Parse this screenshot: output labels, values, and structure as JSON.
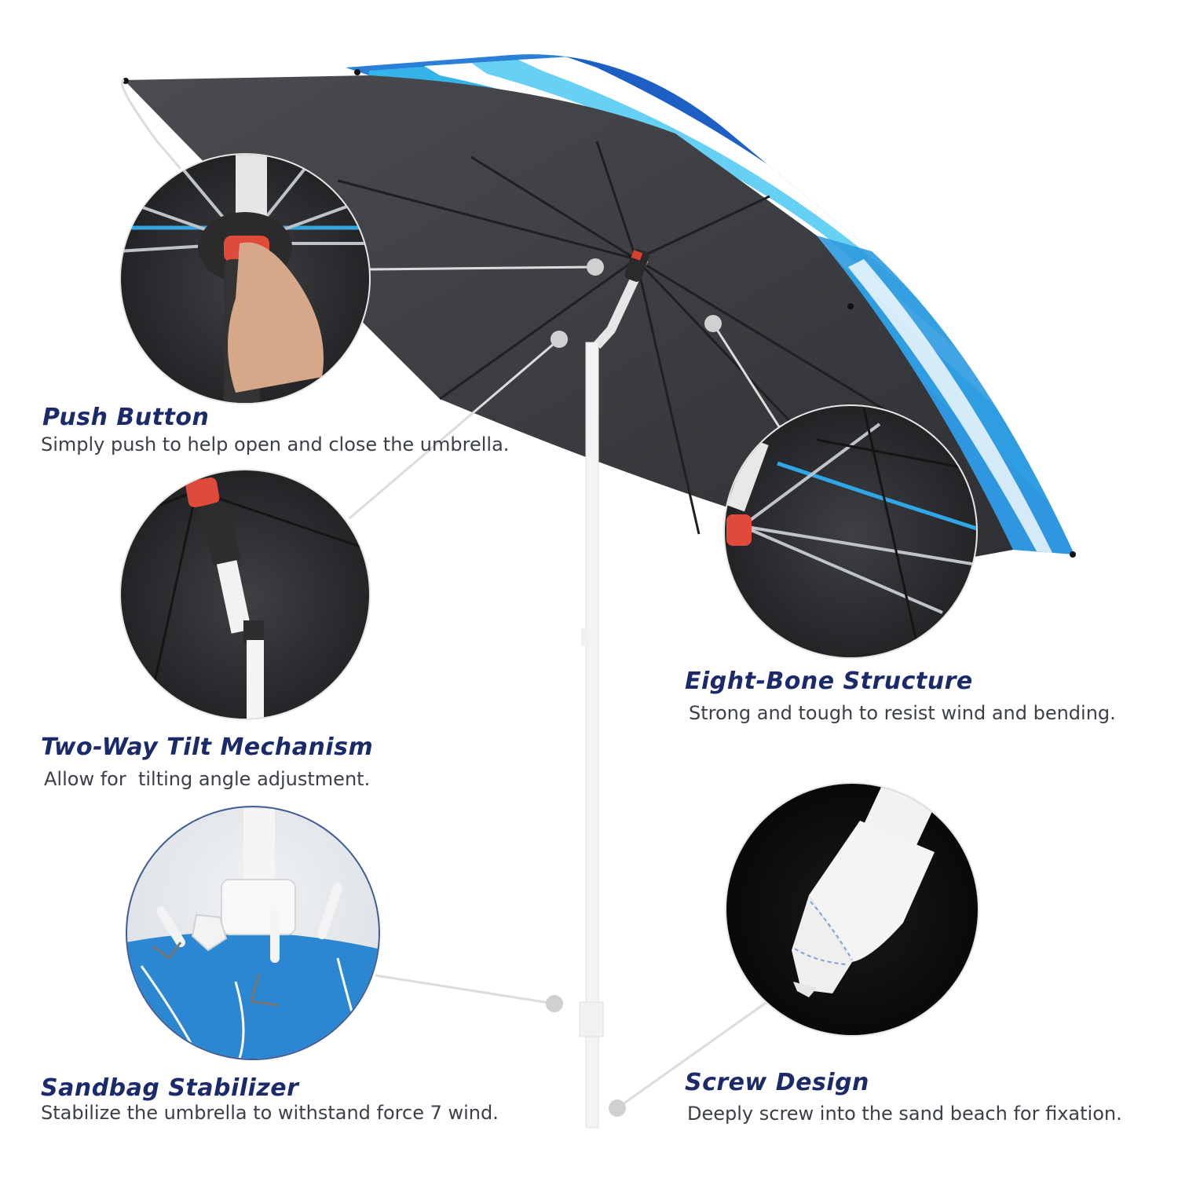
{
  "colors": {
    "title": "#1b2a6b",
    "description": "#3a3f48",
    "canopy_underside": "#3f4144",
    "stripe_dark": "#1d5fc4",
    "stripe_light": "#31b0e6",
    "callout_line": "#d9d9d9"
  },
  "features": {
    "push_button": {
      "title": "Push Button",
      "description": "Simply push to help open and close the umbrella."
    },
    "eight_bone": {
      "title": "Eight-Bone Structure",
      "description": "Strong and tough to resist wind and bending."
    },
    "tilt": {
      "title": "Two-Way Tilt Mechanism",
      "description": "Allow for  tilting angle adjustment."
    },
    "sandbag": {
      "title": "Sandbag Stabilizer",
      "description": "Stabilize the umbrella to withstand force 7 wind."
    },
    "screw": {
      "title": "Screw Design",
      "description": "Deeply screw into the sand beach for fixation."
    }
  }
}
